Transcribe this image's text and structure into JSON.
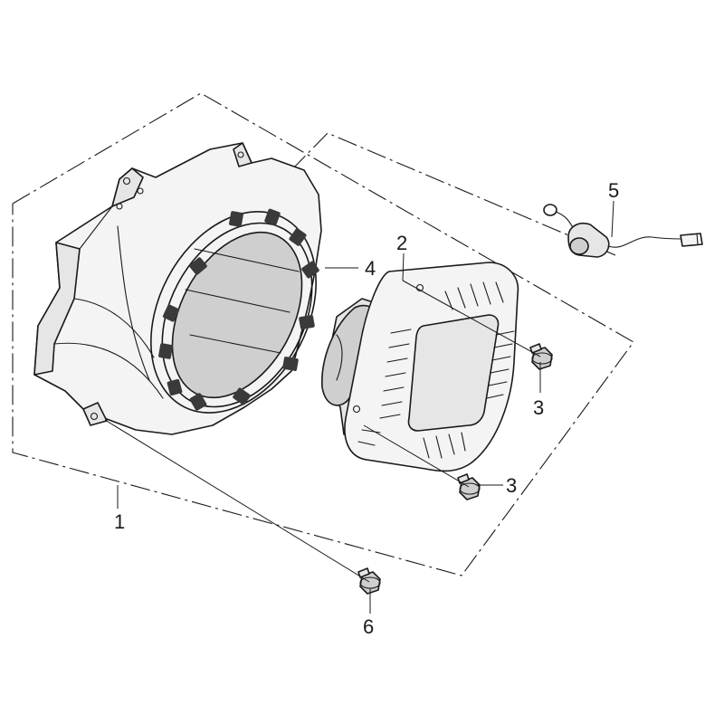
{
  "callouts": {
    "part_1": "1",
    "part_2": "2",
    "part_3a": "3",
    "part_3b": "3",
    "part_4": "4",
    "part_5": "5",
    "part_6": "6"
  }
}
